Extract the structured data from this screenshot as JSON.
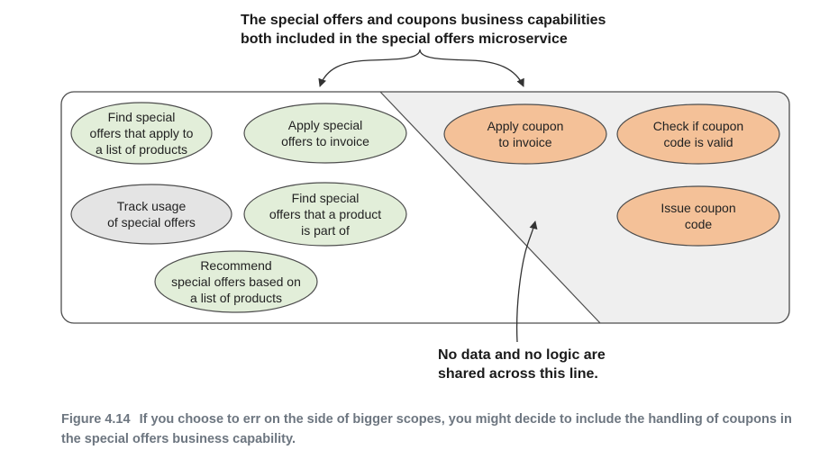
{
  "top_annotation": {
    "lines": [
      "The special offers and coupons business capabilities",
      "both included in the special offers microservice"
    ]
  },
  "bottom_annotation": {
    "lines": [
      "No data and no logic are",
      "shared across this line."
    ]
  },
  "capabilities": {
    "special_offers": [
      {
        "id": "find-offers-for-products",
        "lines": [
          "Find special",
          "offers that apply to",
          "a list of products"
        ],
        "fill": "#e2eed9"
      },
      {
        "id": "apply-offers-to-invoice",
        "lines": [
          "Apply special",
          "offers to invoice"
        ],
        "fill": "#e2eed9"
      },
      {
        "id": "track-usage",
        "lines": [
          "Track usage",
          "of special offers"
        ],
        "fill": "#e4e4e4"
      },
      {
        "id": "find-offers-for-product",
        "lines": [
          "Find special",
          "offers that a product",
          "is part of"
        ],
        "fill": "#e2eed9"
      },
      {
        "id": "recommend-offers",
        "lines": [
          "Recommend",
          "special offers based on",
          "a list of products"
        ],
        "fill": "#e2eed9"
      }
    ],
    "coupons": [
      {
        "id": "apply-coupon",
        "lines": [
          "Apply coupon",
          "to invoice"
        ],
        "fill": "#f4c198"
      },
      {
        "id": "check-coupon",
        "lines": [
          "Check if coupon",
          "code is valid"
        ],
        "fill": "#f4c198"
      },
      {
        "id": "issue-coupon",
        "lines": [
          "Issue coupon",
          "code"
        ],
        "fill": "#f4c198"
      }
    ]
  },
  "caption": {
    "figure_label": "Figure 4.14",
    "text": "If you choose to err on the side of bigger scopes, you might decide to include the handling of coupons in the special offers business capability."
  },
  "colors": {
    "special_offers_fill": "#e2eed9",
    "neutral_fill": "#e4e4e4",
    "coupons_fill": "#f4c198",
    "coupons_region_fill": "#efefef",
    "stroke": "#4d4d4d",
    "caption_text": "#6d7680"
  }
}
